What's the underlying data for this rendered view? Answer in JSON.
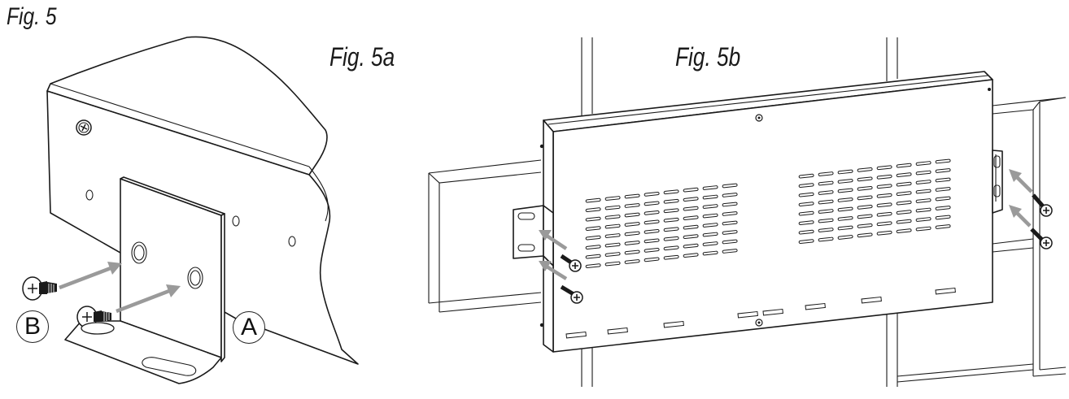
{
  "figure": {
    "main_label": "Fig. 5",
    "panel_a": {
      "label": "Fig. 5a",
      "callout_a": "A",
      "callout_b": "B"
    },
    "panel_b": {
      "label": "Fig. 5b"
    }
  },
  "icons": [
    "screw-icon",
    "bracket-icon",
    "arrow-icon"
  ],
  "colors": {
    "line": "#1a1a1a",
    "arrow": "#9a9a9a",
    "background": "#ffffff"
  }
}
